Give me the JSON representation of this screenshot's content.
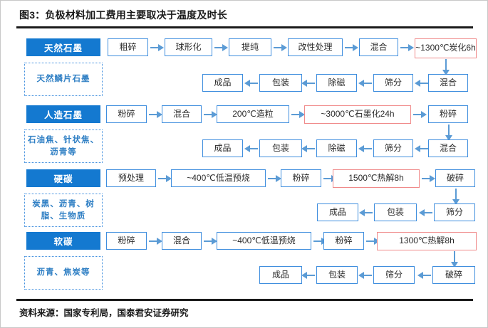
{
  "title": "图3：负极材料加工费用主要取决于温度及时长",
  "source": "资料来源：国家专利局，国泰君安证券研究",
  "colors": {
    "category_header_bg": "#1479d0",
    "box_border_blue": "#3f8ede",
    "box_border_red": "#f08a8a",
    "arrow": "#5b9bd5",
    "rule": "#1a1a1a",
    "sub_text": "#2f7fc4"
  },
  "rows": [
    {
      "category": "天然石墨",
      "materials": "天然鳞片石墨",
      "top_steps": [
        {
          "label": "粗碎",
          "highlight": false
        },
        {
          "label": "球形化",
          "highlight": false
        },
        {
          "label": "提纯",
          "highlight": false
        },
        {
          "label": "改性处理",
          "highlight": false
        },
        {
          "label": "混合",
          "highlight": false
        },
        {
          "label": "~1300℃炭化6h",
          "highlight": true
        }
      ],
      "bottom_steps": [
        {
          "label": "混合",
          "highlight": false
        },
        {
          "label": "筛分",
          "highlight": false
        },
        {
          "label": "除磁",
          "highlight": false
        },
        {
          "label": "包装",
          "highlight": false
        },
        {
          "label": "成品",
          "highlight": false
        }
      ]
    },
    {
      "category": "人造石墨",
      "materials": "石油焦、针状焦、沥青等",
      "top_steps": [
        {
          "label": "粉碎",
          "highlight": false
        },
        {
          "label": "混合",
          "highlight": false
        },
        {
          "label": "200℃造粒",
          "highlight": false
        },
        {
          "label": "~3000℃石墨化24h",
          "highlight": true
        },
        {
          "label": "粉碎",
          "highlight": false
        }
      ],
      "bottom_steps": [
        {
          "label": "混合",
          "highlight": false
        },
        {
          "label": "筛分",
          "highlight": false
        },
        {
          "label": "除磁",
          "highlight": false
        },
        {
          "label": "包装",
          "highlight": false
        },
        {
          "label": "成品",
          "highlight": false
        }
      ]
    },
    {
      "category": "硬碳",
      "materials": "炭黑、沥青、树脂、生物质",
      "top_steps": [
        {
          "label": "预处理",
          "highlight": false
        },
        {
          "label": "~400℃低温预烧",
          "highlight": false
        },
        {
          "label": "粉碎",
          "highlight": false
        },
        {
          "label": "1500℃热解8h",
          "highlight": true
        },
        {
          "label": "破碎",
          "highlight": false
        }
      ],
      "bottom_steps": [
        {
          "label": "筛分",
          "highlight": false
        },
        {
          "label": "包装",
          "highlight": false
        },
        {
          "label": "成品",
          "highlight": false
        }
      ]
    },
    {
      "category": "软碳",
      "materials": "沥青、焦炭等",
      "top_steps": [
        {
          "label": "粉碎",
          "highlight": false
        },
        {
          "label": "混合",
          "highlight": false
        },
        {
          "label": "~400℃低温预烧",
          "highlight": false
        },
        {
          "label": "粉碎",
          "highlight": false
        },
        {
          "label": "1300℃热解8h",
          "highlight": true
        }
      ],
      "bottom_steps": [
        {
          "label": "破碎",
          "highlight": false
        },
        {
          "label": "筛分",
          "highlight": false
        },
        {
          "label": "包装",
          "highlight": false
        },
        {
          "label": "成品",
          "highlight": false
        }
      ]
    }
  ]
}
